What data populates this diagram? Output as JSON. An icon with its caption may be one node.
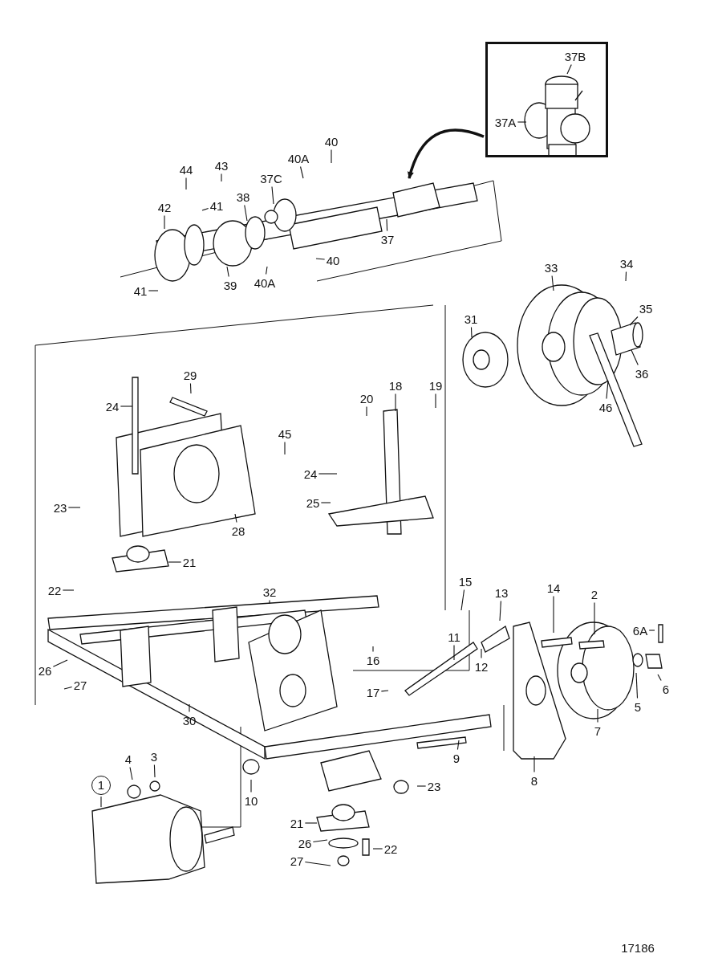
{
  "diagram": {
    "nodes": [
      {
        "text": [],
        "shape": "box"
      },
      {
        "text": [
          "37B"
        ],
        "in": 0
      },
      {
        "text": [
          "37A"
        ],
        "in": 0
      },
      {
        "text": [
          "40"
        ]
      },
      {
        "text": [
          "44"
        ]
      },
      {
        "text": [
          "43"
        ]
      },
      {
        "text": [
          "40A"
        ]
      },
      {
        "text": [
          "37C"
        ]
      },
      {
        "text": [
          "42"
        ]
      },
      {
        "text": [
          "41"
        ]
      },
      {
        "text": [
          "38"
        ]
      },
      {
        "text": [
          "37"
        ]
      },
      {
        "text": [
          "40"
        ]
      },
      {
        "text": [
          "39"
        ]
      },
      {
        "text": [
          "40A"
        ]
      },
      {
        "text": [
          "41"
        ]
      },
      {
        "text": [
          "33"
        ]
      },
      {
        "text": [
          "34"
        ]
      },
      {
        "text": [
          "35"
        ]
      },
      {
        "text": [
          "31"
        ]
      },
      {
        "text": [
          "36"
        ]
      },
      {
        "text": [
          "29"
        ]
      },
      {
        "text": [
          "24"
        ]
      },
      {
        "text": [
          "18"
        ]
      },
      {
        "text": [
          "19"
        ]
      },
      {
        "text": [
          "20"
        ]
      },
      {
        "text": [
          "46"
        ]
      },
      {
        "text": [
          "45"
        ]
      },
      {
        "text": [
          "24"
        ]
      },
      {
        "text": [
          "23"
        ]
      },
      {
        "text": [
          "25"
        ]
      },
      {
        "text": [
          "28"
        ]
      },
      {
        "text": [
          "21"
        ]
      },
      {
        "text": [
          "22"
        ]
      },
      {
        "text": [
          "32"
        ]
      },
      {
        "text": [
          "15"
        ]
      },
      {
        "text": [
          "13"
        ]
      },
      {
        "text": [
          "14"
        ]
      },
      {
        "text": [
          "2"
        ]
      },
      {
        "text": [
          "6A"
        ]
      },
      {
        "text": [
          "12"
        ]
      },
      {
        "text": [
          "16"
        ]
      },
      {
        "text": [
          "11"
        ]
      },
      {
        "text": [
          "26"
        ]
      },
      {
        "text": [
          "27"
        ]
      },
      {
        "text": [
          "6"
        ]
      },
      {
        "text": [
          "5"
        ]
      },
      {
        "text": [
          "17"
        ]
      },
      {
        "text": [
          "7"
        ]
      },
      {
        "text": [
          "30"
        ]
      },
      {
        "text": [
          "9"
        ]
      },
      {
        "text": [
          "8"
        ]
      },
      {
        "text": [
          "3"
        ]
      },
      {
        "text": [
          "4"
        ]
      },
      {
        "text": [
          "1"
        ]
      },
      {
        "text": [
          "10"
        ]
      },
      {
        "text": [
          "23"
        ]
      },
      {
        "text": [
          "21"
        ]
      },
      {
        "text": [
          "26"
        ]
      },
      {
        "text": [
          "22"
        ]
      },
      {
        "text": [
          "27"
        ]
      }
    ],
    "edges": [
      {
        "from": 0,
        "to": null,
        "arrow": "to",
        "style": "thick"
      },
      {
        "from": 1,
        "to": null,
        "arrow": "none"
      },
      {
        "from": 2,
        "to": null,
        "arrow": "none"
      },
      {
        "from": 3,
        "to": null,
        "arrow": "none"
      },
      {
        "from": 4,
        "to": null,
        "arrow": "none"
      },
      {
        "from": 5,
        "to": null,
        "arrow": "none"
      },
      {
        "from": 6,
        "to": null,
        "arrow": "none"
      },
      {
        "from": 7,
        "to": null,
        "arrow": "none"
      },
      {
        "from": 8,
        "to": null,
        "arrow": "none"
      },
      {
        "from": 9,
        "to": null,
        "arrow": "none"
      },
      {
        "from": 10,
        "to": null,
        "arrow": "none"
      },
      {
        "from": 11,
        "to": null,
        "arrow": "none"
      },
      {
        "from": 12,
        "to": null,
        "arrow": "none"
      },
      {
        "from": 13,
        "to": null,
        "arrow": "none"
      },
      {
        "from": 14,
        "to": null,
        "arrow": "none"
      },
      {
        "from": 15,
        "to": null,
        "arrow": "none"
      },
      {
        "from": 16,
        "to": null,
        "arrow": "none"
      },
      {
        "from": 17,
        "to": null,
        "arrow": "none"
      },
      {
        "from": 18,
        "to": null,
        "arrow": "none"
      },
      {
        "from": 19,
        "to": null,
        "arrow": "none"
      },
      {
        "from": 20,
        "to": null,
        "arrow": "none"
      },
      {
        "from": 21,
        "to": null,
        "arrow": "none"
      },
      {
        "from": 22,
        "to": null,
        "arrow": "none"
      },
      {
        "from": 23,
        "to": null,
        "arrow": "none"
      },
      {
        "from": 24,
        "to": null,
        "arrow": "none"
      },
      {
        "from": 25,
        "to": null,
        "arrow": "none"
      },
      {
        "from": 26,
        "to": null,
        "arrow": "none"
      },
      {
        "from": 27,
        "to": null,
        "arrow": "none"
      },
      {
        "from": 28,
        "to": null,
        "arrow": "none"
      },
      {
        "from": 29,
        "to": null,
        "arrow": "none"
      },
      {
        "from": 30,
        "to": null,
        "arrow": "none"
      },
      {
        "from": 31,
        "to": null,
        "arrow": "none"
      },
      {
        "from": 32,
        "to": null,
        "arrow": "none"
      },
      {
        "from": 33,
        "to": null,
        "arrow": "none"
      },
      {
        "from": 34,
        "to": null,
        "arrow": "none"
      },
      {
        "from": 35,
        "to": null,
        "arrow": "none"
      },
      {
        "from": 36,
        "to": null,
        "arrow": "none"
      },
      {
        "from": 37,
        "to": null,
        "arrow": "none"
      },
      {
        "from": 38,
        "to": null,
        "arrow": "none"
      },
      {
        "from": 39,
        "to": null,
        "arrow": "none"
      },
      {
        "from": 40,
        "to": null,
        "arrow": "none"
      },
      {
        "from": 41,
        "to": null,
        "arrow": "none"
      },
      {
        "from": 42,
        "to": null,
        "arrow": "none"
      },
      {
        "from": 43,
        "to": null,
        "arrow": "none"
      },
      {
        "from": 44,
        "to": null,
        "arrow": "none"
      },
      {
        "from": 45,
        "to": null,
        "arrow": "none"
      },
      {
        "from": 46,
        "to": null,
        "arrow": "none"
      },
      {
        "from": 47,
        "to": null,
        "arrow": "none"
      },
      {
        "from": 48,
        "to": null,
        "arrow": "none"
      },
      {
        "from": 49,
        "to": null,
        "arrow": "none"
      },
      {
        "from": 50,
        "to": null,
        "arrow": "none"
      },
      {
        "from": 51,
        "to": null,
        "arrow": "none"
      },
      {
        "from": 52,
        "to": null,
        "arrow": "none"
      },
      {
        "from": 53,
        "to": null,
        "arrow": "none"
      },
      {
        "from": 54,
        "to": null,
        "arrow": "none"
      },
      {
        "from": 55,
        "to": null,
        "arrow": "none"
      },
      {
        "from": 56,
        "to": null,
        "arrow": "none"
      },
      {
        "from": 57,
        "to": null,
        "arrow": "none"
      },
      {
        "from": 58,
        "to": null,
        "arrow": "none"
      },
      {
        "from": 59,
        "to": null,
        "arrow": "none"
      },
      {
        "from": 60,
        "to": null,
        "arrow": "none"
      }
    ],
    "labels": [
      "17186"
    ]
  }
}
